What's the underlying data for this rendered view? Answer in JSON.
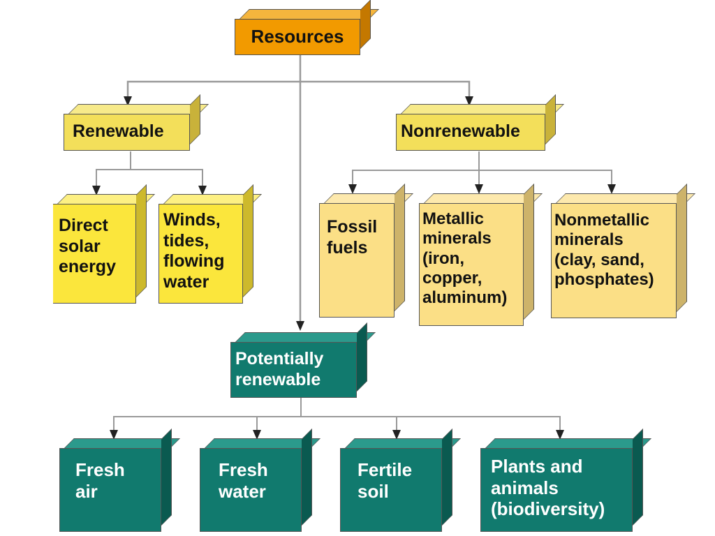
{
  "root": {
    "label": "Resources"
  },
  "renewable": {
    "label": "Renewable",
    "children": [
      {
        "label": "Direct\nsolar\nenergy"
      },
      {
        "label": "Winds,\ntides,\nflowing\nwater"
      }
    ]
  },
  "nonrenewable": {
    "label": "Nonrenewable",
    "children": [
      {
        "label": "Fossil\nfuels"
      },
      {
        "label": "Metallic\nminerals\n(iron,\ncopper,\naluminum)"
      },
      {
        "label": "Nonmetallic\nminerals\n(clay, sand,\nphosphates)"
      }
    ]
  },
  "potentially_renewable": {
    "label": "Potentially\nrenewable",
    "children": [
      {
        "label": "Fresh\nair"
      },
      {
        "label": "Fresh\nwater"
      },
      {
        "label": "Fertile\nsoil"
      },
      {
        "label": "Plants and\nanimals\n(biodiversity)"
      }
    ]
  },
  "colors": {
    "root": "#f29a00",
    "renewable": "#f3df5a",
    "nonrenewable_items": "#fbdf86",
    "potentially_renewable": "#117a6e",
    "connector": "#888888"
  }
}
